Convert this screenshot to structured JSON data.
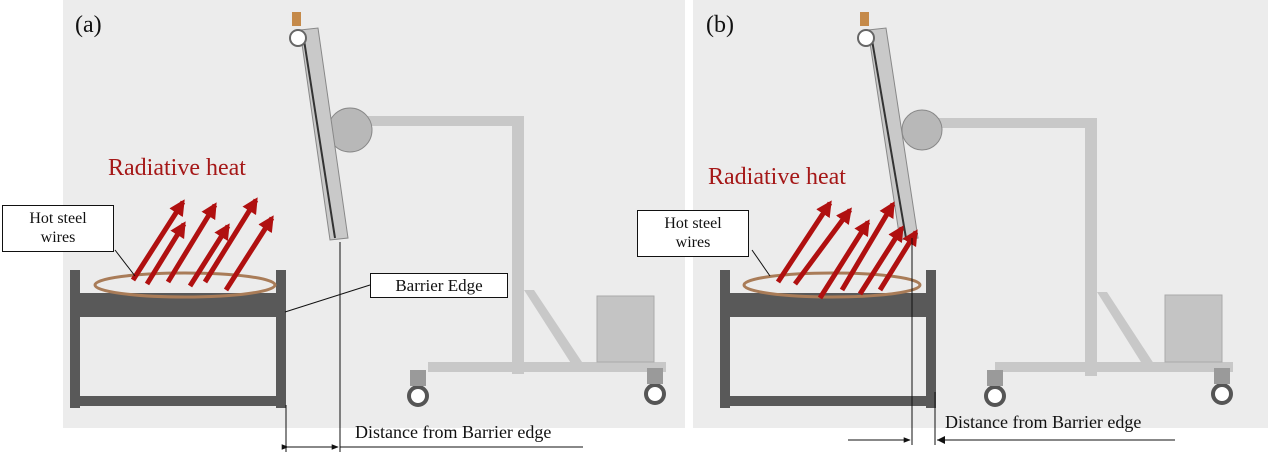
{
  "panels": [
    {
      "id": "a",
      "label": "(a)",
      "heat_label": "Radiative heat",
      "wires_label_line1": "Hot steel",
      "wires_label_line2": "wires",
      "barrier_label": "Barrier Edge",
      "distance_label": "Distance from Barrier edge"
    },
    {
      "id": "b",
      "label": "(b)",
      "heat_label": "Radiative heat",
      "wires_label_line1": "Hot steel",
      "wires_label_line2": "wires",
      "distance_label": "Distance from Barrier edge"
    }
  ],
  "colors": {
    "background": "#ececec",
    "heat_arrow": "#b01010",
    "heat_text": "#a51818",
    "frame": "#595959",
    "stand": "#c8c8c8",
    "wire_ring": "#a97c58"
  }
}
